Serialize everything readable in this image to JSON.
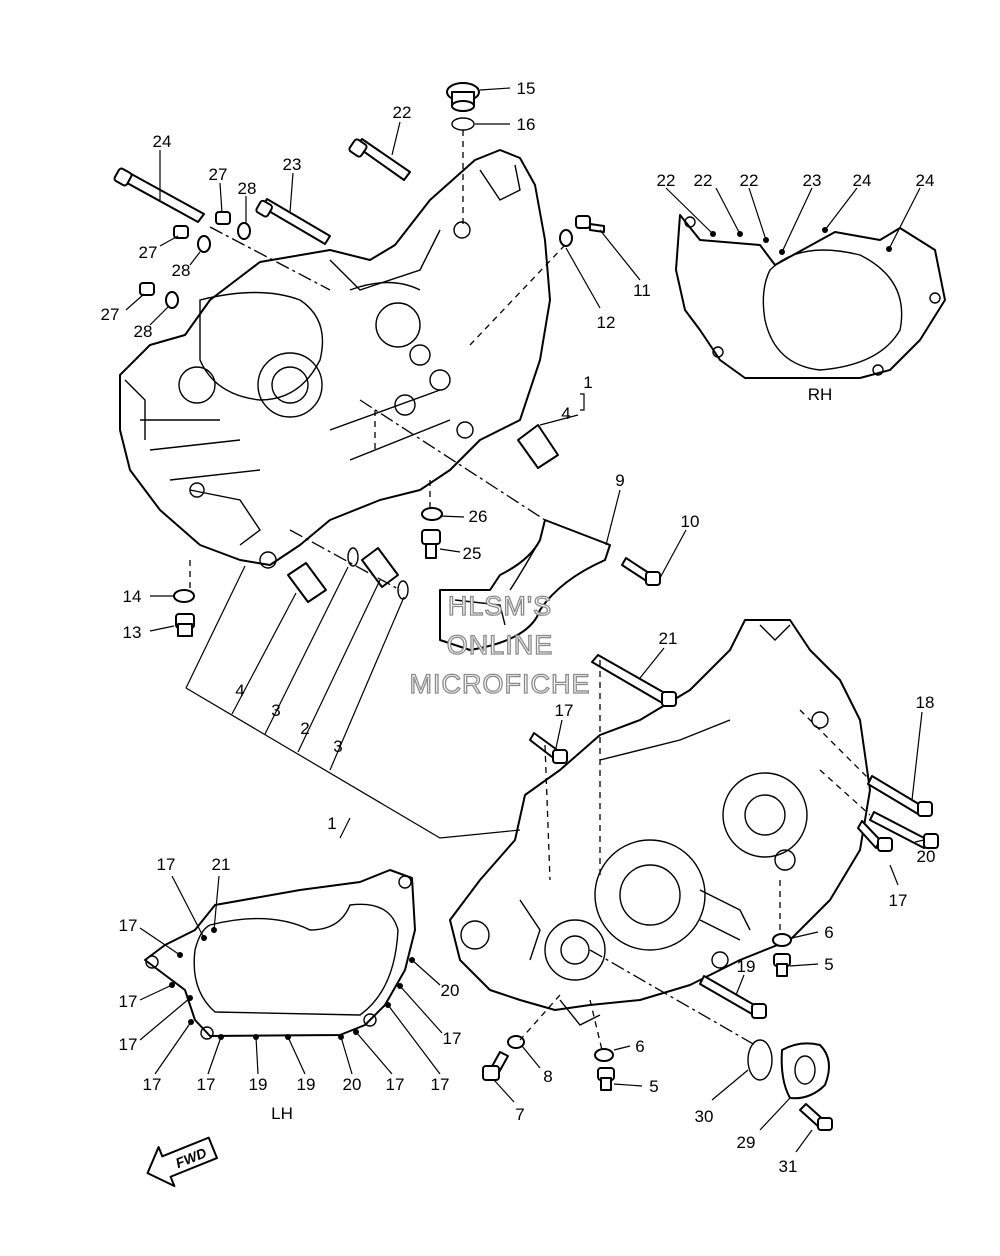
{
  "labels": {
    "p15": "15",
    "p16": "16",
    "p22": "22",
    "p24": "24",
    "p27a": "27",
    "p28a": "28",
    "p23": "23",
    "p27b": "27",
    "p28b": "28",
    "p27c": "27",
    "p28c": "28",
    "p11": "11",
    "p12": "12",
    "p1a": "1",
    "p4a": "4",
    "p9": "9",
    "p10": "10",
    "p26": "26",
    "p25": "25",
    "p14": "14",
    "p13": "13",
    "p21a": "21",
    "p4b": "4",
    "p3a": "3",
    "p2": "2",
    "p3b": "3",
    "p1b": "1",
    "p17a": "17",
    "p18": "18",
    "p20a": "20",
    "p17b": "17",
    "p6a": "6",
    "p5a": "5",
    "p19a": "19",
    "p6b": "6",
    "p5b": "5",
    "p8": "8",
    "p7": "7",
    "p30": "30",
    "p29": "29",
    "p31": "31"
  },
  "rh_panel": {
    "caption": "RH",
    "labels": [
      "22",
      "22",
      "22",
      "23",
      "24",
      "24"
    ]
  },
  "lh_panel": {
    "caption": "LH",
    "labels": {
      "l17a": "17",
      "l21": "21",
      "l17b": "17",
      "l17c": "17",
      "l17d": "17",
      "l17e": "17",
      "l17f": "17",
      "l19a": "19",
      "l19b": "19",
      "l20a": "20",
      "l17g": "17",
      "l17h": "17",
      "l17i": "17",
      "l20b": "20"
    }
  },
  "watermark": [
    "HLSM'S",
    "ONLINE",
    "MICROFICHE"
  ],
  "fwd_badge": "FWD",
  "colors": {
    "line": "#000000",
    "background": "#ffffff",
    "watermark_outline": "#8a8a8a"
  }
}
